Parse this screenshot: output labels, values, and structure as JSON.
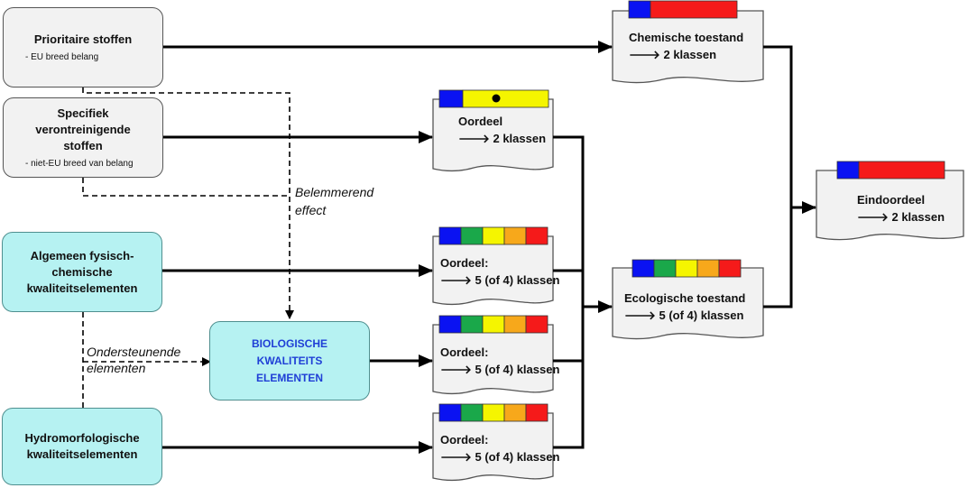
{
  "colors": {
    "blue": "#0a12f2",
    "green": "#1aa84a",
    "yellow": "#f5f500",
    "orange": "#f7a81b",
    "red": "#f51a1a",
    "doc_fill": "#f2f2f2",
    "cyan_fill": "#b6f2f2",
    "bio_text": "#1f3fd6"
  },
  "inputs": {
    "prioritaire": {
      "title": "Prioritaire  stoffen",
      "sub": "- EU breed belang"
    },
    "specifiek": {
      "title_1": "Specifiek",
      "title_2": "verontreinigende",
      "title_3": "stoffen",
      "sub": "- niet-EU breed van belang"
    },
    "algemeen": {
      "line_1": "Algemeen fysisch-",
      "line_2": "chemische",
      "line_3": "kwaliteitselementen"
    },
    "biologische": {
      "line_1": "BIOLOGISCHE",
      "line_2": "KWALITEITS",
      "line_3": "ELEMENTEN"
    },
    "hydro": {
      "line_1": "Hydromorfologische",
      "line_2": "kwaliteitselementen"
    }
  },
  "annotations": {
    "belemmerend_1": "Belemmerend",
    "belemmerend_2": "effect",
    "ondersteunende_1": "Ondersteunende",
    "ondersteunende_2": "elementen"
  },
  "outputs": {
    "chemische": {
      "line_1": "Chemische toestand",
      "line_2": "🡒 2 klassen",
      "bar": [
        "blue",
        "red"
      ]
    },
    "oordeel_spec": {
      "line_1": "Oordeel",
      "line_2": "🡒 2 klassen",
      "bar": [
        "blue",
        "yellow"
      ],
      "marker": "dot"
    },
    "oordeel_alg": {
      "line_1": "Oordeel:",
      "line_2": "🡒 5 (of 4) klassen",
      "bar": [
        "blue",
        "green",
        "yellow",
        "orange",
        "red"
      ]
    },
    "oordeel_bio": {
      "line_1": "Oordeel:",
      "line_2": "🡒 5 (of 4) klassen",
      "bar": [
        "blue",
        "green",
        "yellow",
        "orange",
        "red"
      ]
    },
    "oordeel_hydro": {
      "line_1": "Oordeel:",
      "line_2": "🡒 5 (of 4) klassen",
      "bar": [
        "blue",
        "green",
        "yellow",
        "orange",
        "red"
      ]
    },
    "ecologische": {
      "line_1": "Ecologische toestand",
      "line_2": "🡒 5 (of 4) klassen",
      "bar": [
        "blue",
        "green",
        "yellow",
        "orange",
        "red"
      ]
    },
    "eindoordeel": {
      "line_1": "Eindoordeel",
      "line_2": "🡒 2 klassen",
      "bar": [
        "blue",
        "red"
      ]
    }
  }
}
